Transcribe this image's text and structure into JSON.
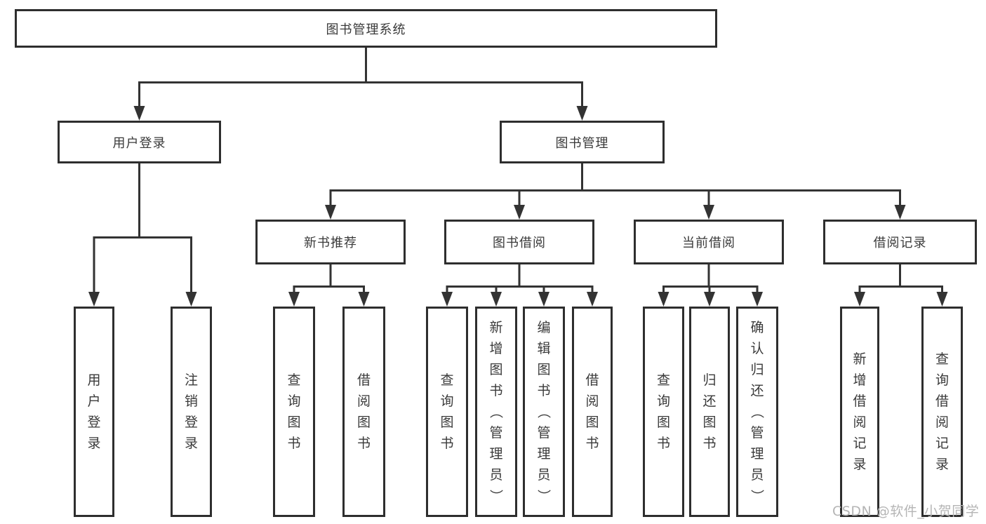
{
  "page": {
    "watermark": "CSDN @软件_小贺同学"
  },
  "colors": {
    "box_border": "#2e2e2e",
    "line": "#333333",
    "text": "#3a3a3a",
    "watermark": "#b5b5b5",
    "background": "#ffffff"
  },
  "diagram": {
    "type": "hierarchy-tree",
    "title": "图书管理系统",
    "nodes": {
      "root": {
        "label": "图书管理系统"
      },
      "user_login": {
        "label": "用户登录"
      },
      "book_management": {
        "label": "图书管理"
      },
      "new_book_recommend": {
        "label": "新书推荐"
      },
      "book_borrow": {
        "label": "图书借阅"
      },
      "current_borrow": {
        "label": "当前借阅"
      },
      "borrow_records": {
        "label": "借阅记录"
      },
      "leaf_user_login": {
        "label": "用户登录"
      },
      "leaf_logout": {
        "label": "注销登录"
      },
      "leaf_nb_query_books": {
        "label": "查询图书"
      },
      "leaf_nb_borrow_books": {
        "label": "借阅图书"
      },
      "leaf_bb_query_books": {
        "label": "查询图书"
      },
      "leaf_bb_add_books": {
        "label": "新增图书（管理员）"
      },
      "leaf_bb_edit_books": {
        "label": "编辑图书（管理员）"
      },
      "leaf_bb_borrow_books": {
        "label": "借阅图书"
      },
      "leaf_cb_query_books": {
        "label": "查询图书"
      },
      "leaf_cb_return_books": {
        "label": "归还图书"
      },
      "leaf_cb_confirm_return": {
        "label": "确认归还（管理员）"
      },
      "leaf_br_add_record": {
        "label": "新增借阅记录"
      },
      "leaf_br_query_record": {
        "label": "查询借阅记录"
      }
    },
    "structure": {
      "root": [
        "user_login",
        "book_management"
      ],
      "user_login": [
        "leaf_user_login",
        "leaf_logout"
      ],
      "book_management": [
        "new_book_recommend",
        "book_borrow",
        "current_borrow",
        "borrow_records"
      ],
      "new_book_recommend": [
        "leaf_nb_query_books",
        "leaf_nb_borrow_books"
      ],
      "book_borrow": [
        "leaf_bb_query_books",
        "leaf_bb_add_books",
        "leaf_bb_edit_books",
        "leaf_bb_borrow_books"
      ],
      "current_borrow": [
        "leaf_cb_query_books",
        "leaf_cb_return_books",
        "leaf_cb_confirm_return"
      ],
      "borrow_records": [
        "leaf_br_add_record",
        "leaf_br_query_record"
      ]
    }
  }
}
